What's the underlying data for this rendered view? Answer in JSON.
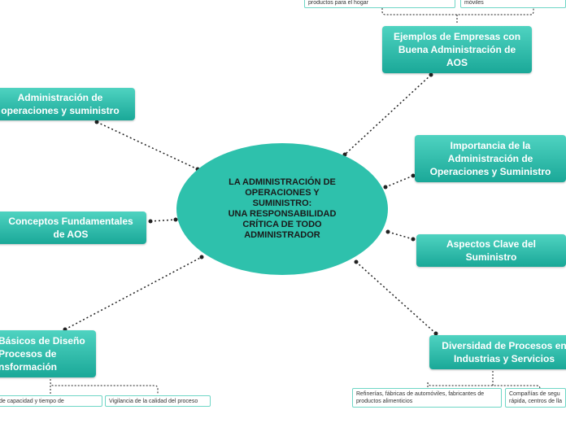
{
  "center": {
    "text": "LA ADMINISTRACIÓN DE\nOPERACIONES Y\nSUMINISTRO:\nUNA RESPONSABILIDAD\nCRÍTICA DE TODO\nADMINISTRADOR"
  },
  "nodes": {
    "admin_ops": "Administración de\noperaciones y suministro",
    "conceptos": "Conceptos Fundamentales\nde AOS",
    "basicos": "Básicos de Diseño\nProcesos de\nnsformación",
    "ejemplos": "Ejemplos de Empresas con\nBuena Administración de\nAOS",
    "importancia": "Importancia de la\nAdministración de\nOperaciones y Suministro",
    "aspectos": "Aspectos Clave del\nSuministro",
    "diversidad": "Diversidad de Procesos en\nIndustrias y Servicios"
  },
  "notes": {
    "productos_hogar": "productos para el hogar",
    "moviles": "móviles",
    "capacidad": "de capacidad y tiempo de",
    "vigilancia": "Vigilancia de la calidad del proceso",
    "refinerias": "Refinerías, fábricas de automóviles, fabricantes de productos alimenticios",
    "companias": "Compañías de segu rápida, centros de lla"
  },
  "colors": {
    "node_top": "#4fd3c1",
    "node_bottom": "#1aa898",
    "center": "#2ec1ac",
    "note_border": "#6fd6c6"
  }
}
